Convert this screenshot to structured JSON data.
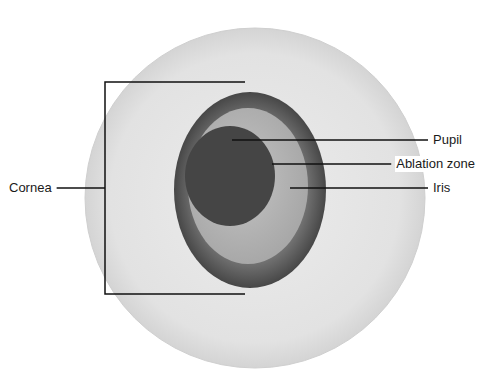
{
  "diagram": {
    "labels": [
      "Cornea",
      "Pupil",
      "Ablation zone",
      "Iris"
    ]
  }
}
